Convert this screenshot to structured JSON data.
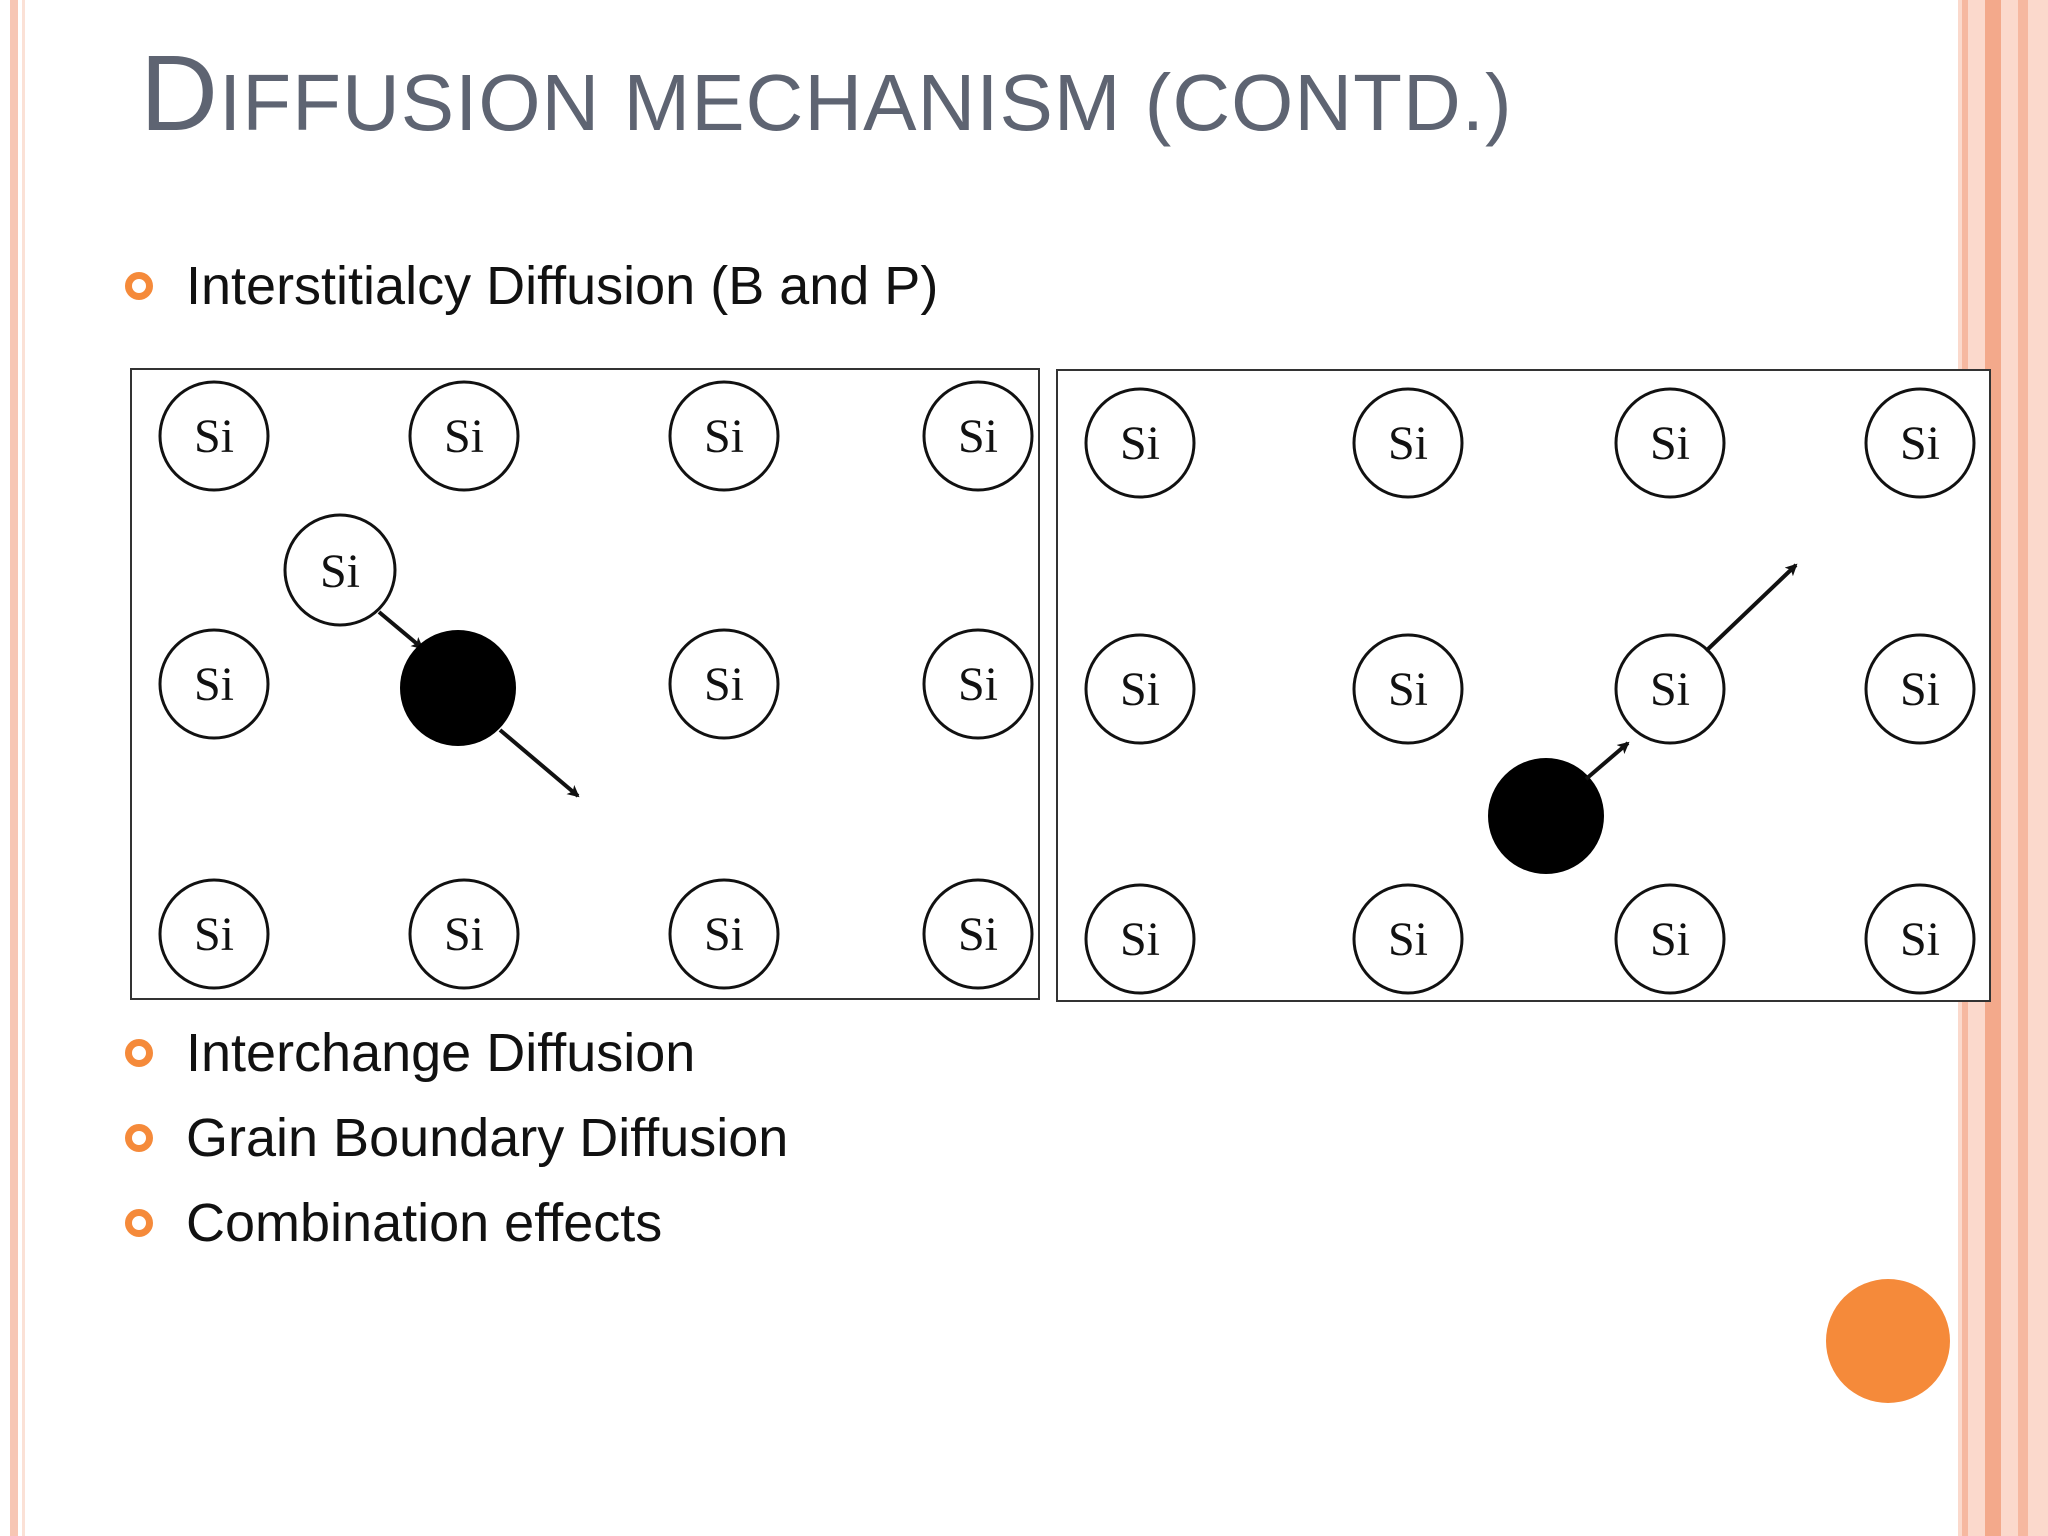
{
  "slide": {
    "title_parts": {
      "cap1": "D",
      "rest1": "IFFUSION MECHANISM (",
      "cap2": "",
      "rest2": "CONTD.)"
    },
    "bullets_top": [
      "Interstitialcy Diffusion (B and P)"
    ],
    "bullets_bottom": [
      "Interchange Diffusion",
      "Grain Boundary Diffusion",
      "Combination effects"
    ]
  },
  "diagram": {
    "atom_label": "Si",
    "left_panel": {
      "lattice_atoms": 11,
      "interstitial_atoms": 1,
      "dopant_atoms": 1
    },
    "right_panel": {
      "lattice_atoms": 12,
      "dopant_atoms": 1
    }
  },
  "colors": {
    "accent": "#f58a3a",
    "title": "#5e6472",
    "frame_light": "#fbd9cc",
    "frame_mid": "#f6b8a0",
    "frame_dark": "#f3a98b"
  },
  "icons": {
    "bullet": "ring-bullet-icon",
    "corner": "orange-dot-icon"
  }
}
